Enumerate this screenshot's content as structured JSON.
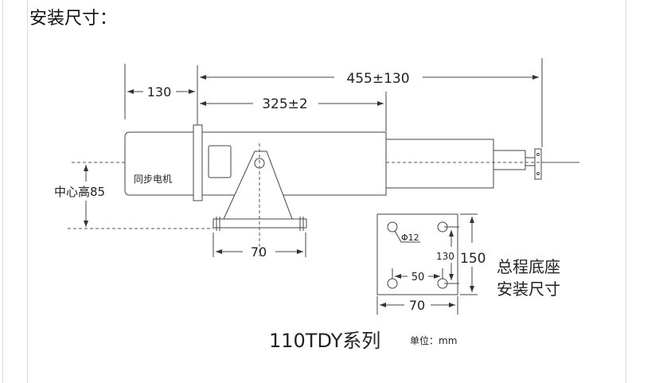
{
  "heading": "安装尺寸：",
  "drawing": {
    "motor_label": "同步电机",
    "dim_motor": "130",
    "dim_stroke_total": "455±130",
    "dim_body": "325±2",
    "center_height": "中心高85",
    "dim_bracket_width": "70"
  },
  "base_plate": {
    "hole_dia": "Φ12",
    "dim_hole_spacing_v": "130",
    "dim_height": "150",
    "dim_hole_spacing_h": "50",
    "dim_width": "70",
    "label_line1": "总程底座",
    "label_line2": "安装尺寸"
  },
  "caption": {
    "series": "110TDY系列",
    "unit": "单位：mm"
  }
}
